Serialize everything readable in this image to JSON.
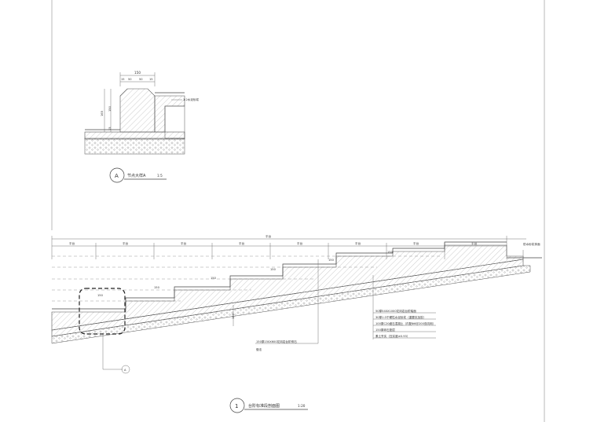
{
  "detail_a": {
    "dims": {
      "top_total": "150",
      "top_parts": [
        "15",
        "50",
        "50",
        "15"
      ],
      "left_total": "165",
      "left_parts": [
        "150",
        "15"
      ]
    },
    "leader_label": "1:2水泥砂浆",
    "title_marker": "A",
    "title_text": "节点大样A",
    "title_scale": "1:5"
  },
  "section": {
    "tread_labels": [
      "平台",
      "平台",
      "平台",
      "平台",
      "平台",
      "平台",
      "平台",
      "平台"
    ],
    "overall_label": "平台",
    "right_note": "防水砂浆抹面",
    "riser_dims": [
      "150",
      "150",
      "150",
      "150",
      "150",
      "150"
    ],
    "vertical_dim": "150",
    "layer_notes": [
      "50厚540X1000花岗岩台阶踏面",
      "30厚1:3干硬性水泥砂浆（重要处加胶）",
      "100厚C20细石混凝土（内配Φ6@200双向网）",
      "150厚碎石垫层",
      "素土夯实（压实度≥0.93）"
    ],
    "bottom_note_1": "150厚150X600花岗岩台阶侧石",
    "bottom_note_2": "做法",
    "callout_marker": "A",
    "title_marker": "1",
    "title_text": "台阶标准段剖面图",
    "title_scale": "1:20"
  }
}
